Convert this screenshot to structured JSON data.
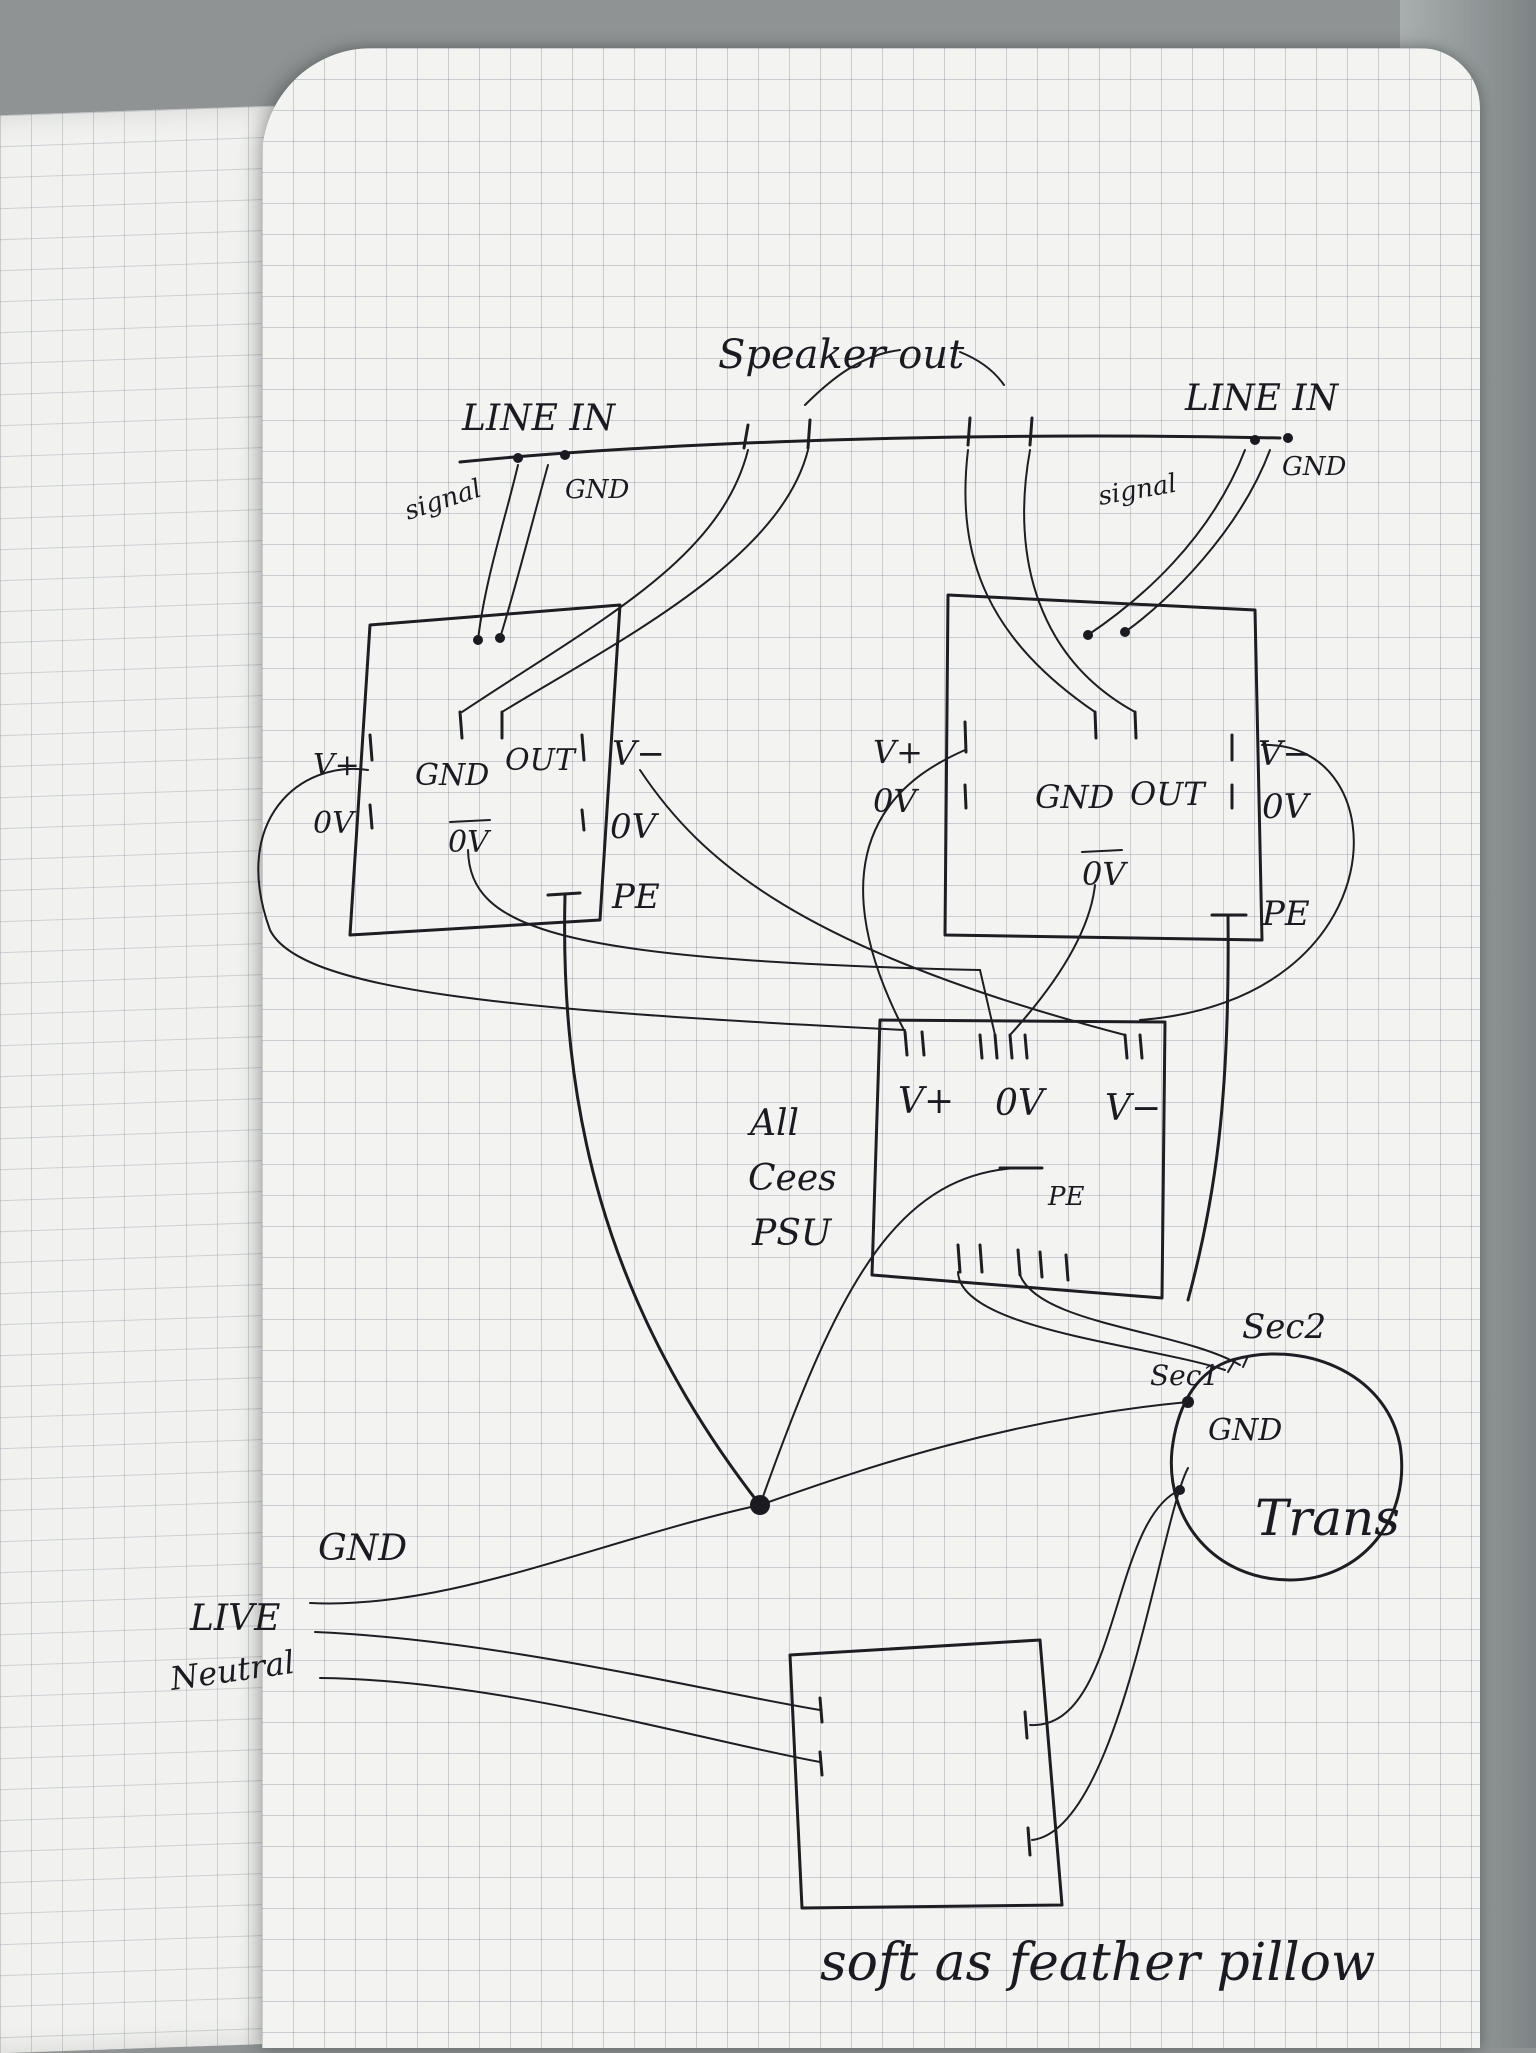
{
  "labels": {
    "speaker_out": "Speaker out",
    "line_in_left": "LINE IN",
    "line_in_right": "LINE IN",
    "signal_left": "signal",
    "gnd_left": "GND",
    "signal_right": "signal",
    "gnd_right": "GND",
    "amp_left": {
      "v_plus": "V+",
      "zero_v_left": "0V",
      "gnd": "GND",
      "out": "OUT",
      "zero_v_bar": "0V",
      "v_minus": "V−",
      "zero_v_right": "0V",
      "pe": "PE"
    },
    "amp_right": {
      "v_plus": "V+",
      "zero_v_left": "0V",
      "gnd": "GND",
      "out": "OUT",
      "zero_v_bar": "0V",
      "v_minus": "V−",
      "zero_v_right": "0V",
      "pe": "PE"
    },
    "psu": {
      "v_plus": "V+",
      "zero_v": "0V",
      "v_minus": "V−",
      "pe": "PE",
      "name_line1": "All",
      "name_line2": "Cees",
      "name_line3": "PSU"
    },
    "transformer": {
      "sec1": "Sec1",
      "sec2": "Sec2",
      "gnd": "GND",
      "name": "Trans"
    },
    "mains": {
      "gnd": "GND",
      "live": "LIVE",
      "neutral": "Neutral"
    },
    "softstart_caption": "soft as feather pillow"
  }
}
